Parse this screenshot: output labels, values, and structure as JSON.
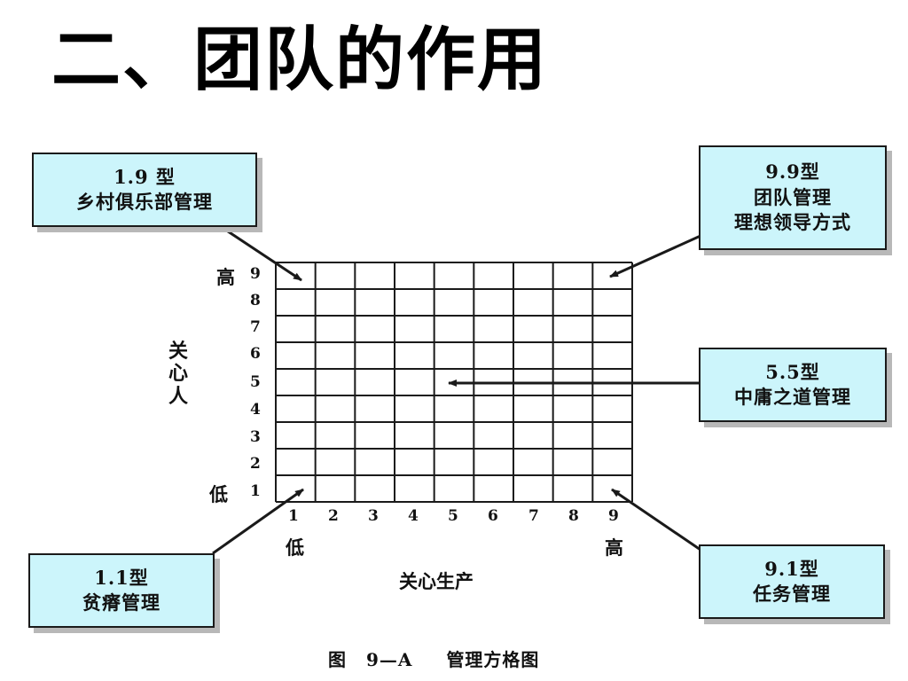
{
  "title": "二、团队的作用",
  "boxes": {
    "b19": [
      "1.9 型",
      "乡村俱乐部管理"
    ],
    "b99": [
      "9.9型",
      "团队管理",
      "理想领导方式"
    ],
    "b55": [
      "5.5型",
      "中庸之道管理"
    ],
    "b11": [
      "1.1型",
      "贫瘠管理"
    ],
    "b91": [
      "9.1型",
      "任务管理"
    ]
  },
  "axes": {
    "y_numbers": [
      "9",
      "8",
      "7",
      "6",
      "5",
      "4",
      "3",
      "2",
      "1"
    ],
    "x_numbers": [
      "1",
      "2",
      "3",
      "4",
      "5",
      "6",
      "7",
      "8",
      "9"
    ],
    "y_high": "高",
    "y_low": "低",
    "y_label": [
      "关",
      "心",
      "人"
    ],
    "x_low": "低",
    "x_high": "高",
    "x_label": "关心生产"
  },
  "caption": [
    "图",
    "9—A",
    "管理方格图"
  ],
  "colors": {
    "box_fill": "#ccf5fb",
    "line": "#1a1a1a"
  }
}
